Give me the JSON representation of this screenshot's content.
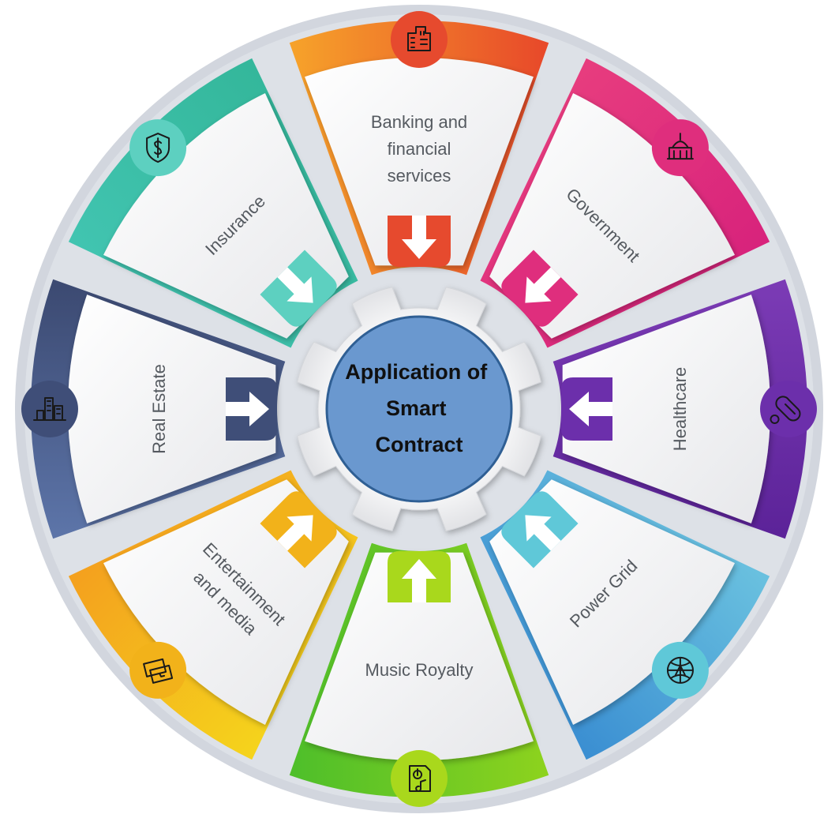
{
  "center": {
    "lines": [
      "Application of",
      "Smart",
      "Contract"
    ],
    "color": "#6a98cf"
  },
  "segments": [
    {
      "id": "banking",
      "lines": [
        "Banking and",
        "financial",
        "services"
      ],
      "color_start": "#f6a12a",
      "color_end": "#e84a2a",
      "arrow_color": "#e64a2e",
      "icon": "bank-building-icon"
    },
    {
      "id": "government",
      "lines": [
        "Government"
      ],
      "color_start": "#e73c7e",
      "color_end": "#d8237c",
      "arrow_color": "#df2e7d",
      "icon": "capitol-icon"
    },
    {
      "id": "healthcare",
      "lines": [
        "Healthcare"
      ],
      "color_start": "#7b3bb5",
      "color_end": "#5c2399",
      "arrow_color": "#6c2fab",
      "icon": "pills-icon"
    },
    {
      "id": "power-grid",
      "lines": [
        "Power Grid"
      ],
      "color_start": "#69c0df",
      "color_end": "#3b8fd2",
      "arrow_color": "#5fc8d8",
      "icon": "globe-grid-icon"
    },
    {
      "id": "music-royalty",
      "lines": [
        "Music Royalty"
      ],
      "color_start": "#8cd21e",
      "color_end": "#4fbf2a",
      "arrow_color": "#a9d81c",
      "icon": "music-contract-icon"
    },
    {
      "id": "entertainment",
      "lines": [
        "Entertainment",
        "and media"
      ],
      "color_start": "#f5d31c",
      "color_end": "#f4a11e",
      "arrow_color": "#f2b21a",
      "icon": "tickets-icon"
    },
    {
      "id": "real-estate",
      "lines": [
        "Real Estate"
      ],
      "color_start": "#5c74a8",
      "color_end": "#3c4a72",
      "arrow_color": "#3f4e78",
      "icon": "city-icon"
    },
    {
      "id": "insurance",
      "lines": [
        "Insurance"
      ],
      "color_start": "#41c4b0",
      "color_end": "#34b79b",
      "arrow_color": "#5dd0c0",
      "icon": "shield-dollar-icon"
    }
  ]
}
